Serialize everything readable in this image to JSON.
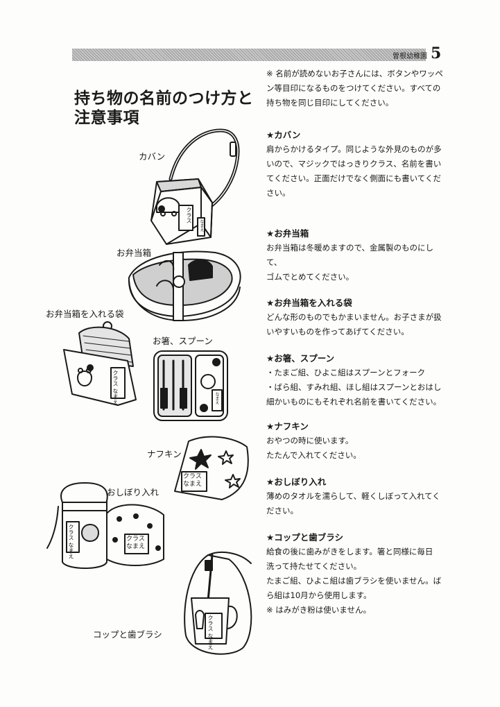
{
  "header": {
    "section_label": "曽根幼稚園",
    "page_number": "5"
  },
  "page_title": [
    "持ち物の名前のつけ方と",
    "注意事項"
  ],
  "intro_note": [
    "※ 名前が読めないお子さんには、ボタンやワッペ",
    "ン等目印になるものをつけてください。すべての",
    "持ち物を同じ目印にしてください。"
  ],
  "sections": [
    {
      "title": "★カバン",
      "lines": [
        "肩からかけるタイプ。同じような外見のものが多",
        "いので、マジックではっきりクラス、名前を書い",
        "てください。正面だけでなく側面にも書いてくだ",
        "さい。"
      ]
    },
    {
      "title": "★お弁当箱",
      "lines": [
        "お弁当箱は冬暖めますので、金属製のものにして、",
        "ゴムでとめてください。"
      ]
    },
    {
      "title": "★お弁当箱を入れる袋",
      "lines": [
        "どんな形のものでもかまいません。お子さまが扱",
        "いやすいものを作ってあげてください。"
      ]
    },
    {
      "title": "★お箸、スプーン",
      "lines": [
        "・たまご組、ひよこ組はスプーンとフォーク",
        "・ばら組、すみれ組、ほし組はスプーンとおはし",
        "細かいものにもそれぞれ名前を書いてください。"
      ]
    },
    {
      "title": "★ナフキン",
      "lines": [
        "おやつの時に使います。",
        "たたんで入れてください。"
      ]
    },
    {
      "title": "★おしぼり入れ",
      "lines": [
        "薄めのタオルを濡らして、軽くしぼって入れてく",
        "ださい。"
      ]
    },
    {
      "title": "★コップと歯ブラシ",
      "lines": [
        "給食の後に歯みがきをします。箸と同様に毎日",
        "洗って持たせてください。",
        "たまご組、ひよこ組は歯ブラシを使いません。ば",
        "ら組は10月から使用します。",
        "※ はみがき粉は使いません。"
      ]
    }
  ],
  "illustration_labels": {
    "bag": "カバン",
    "lunchbox": "お弁当箱",
    "lunch_bag": "お弁当箱を入れる袋",
    "utensils": "お箸、スプーン",
    "napkin": "ナフキン",
    "towel_case": "おしぼり入れ",
    "cup_brush": "コップと歯ブラシ"
  },
  "illustration_texts": {
    "class_name": [
      "クラス",
      "なまえ"
    ],
    "name": "なまえ"
  }
}
